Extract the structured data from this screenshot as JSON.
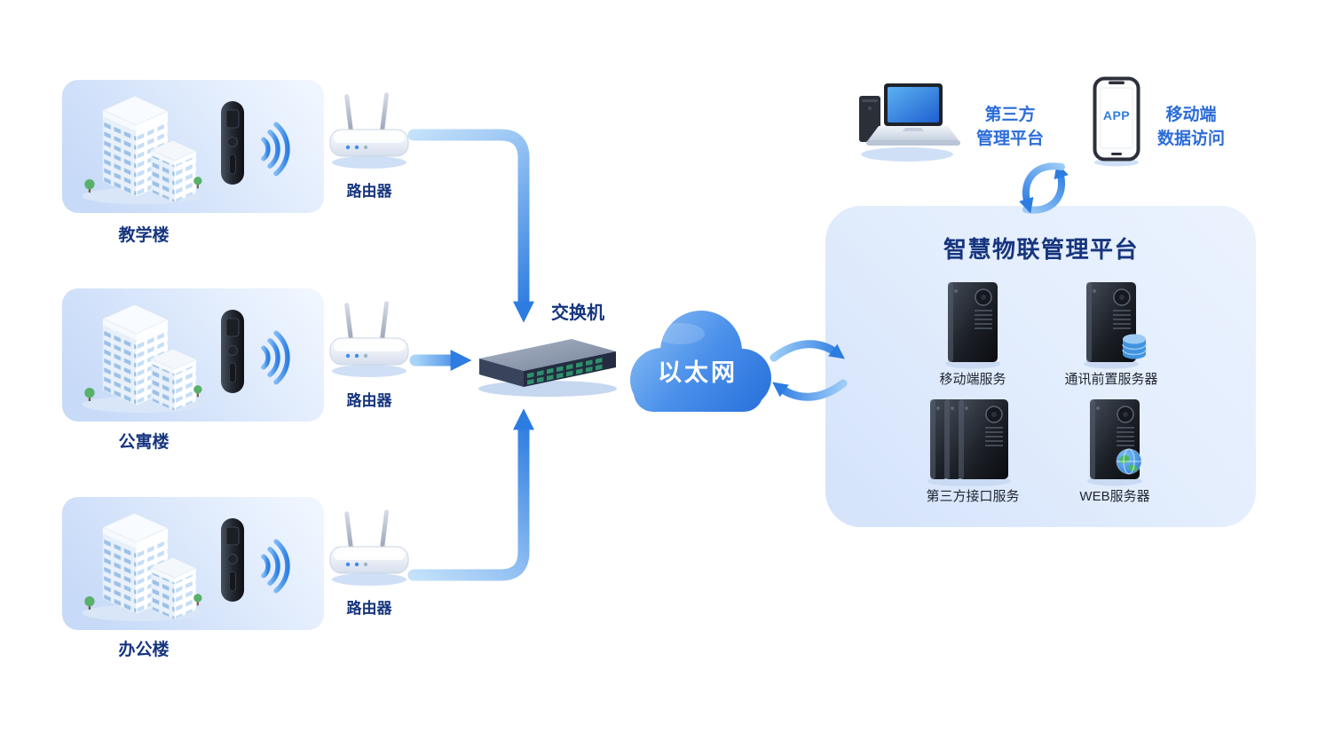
{
  "groups": [
    {
      "building_label": "教学楼",
      "router_label": "路由器"
    },
    {
      "building_label": "公寓楼",
      "router_label": "路由器"
    },
    {
      "building_label": "办公楼",
      "router_label": "路由器"
    }
  ],
  "switch": {
    "label": "交换机"
  },
  "cloud": {
    "label": "以太网"
  },
  "platform": {
    "title": "智慧物联管理平台",
    "servers": [
      {
        "label": "移动端服务"
      },
      {
        "label": "通讯前置服务器"
      },
      {
        "label": "第三方接口服务"
      },
      {
        "label": "WEB服务器"
      }
    ]
  },
  "external": {
    "third_party_line1": "第三方",
    "third_party_line2": "管理平台",
    "mobile_line1": "移动端",
    "mobile_line2": "数据访问",
    "app_badge": "APP"
  },
  "icons": {
    "building": "isometric-building",
    "smart_lock": "black-smart-lock-slab",
    "wifi": "three-signal-arcs",
    "router": "two-antenna-router",
    "switch": "isometric-port-switch",
    "cloud": "blue-cloud",
    "server": "black-server-tower",
    "database": "blue-cylinder",
    "globe": "blue-globe",
    "computer": "laptop-with-tower",
    "phone": "smartphone-app",
    "sync": "circular-refresh-arrows"
  },
  "colors": {
    "arrow_light": "#c3e1fa",
    "arrow_deep": "#2c7ce2",
    "panel_bg": "#dce8fc",
    "group_box_bg": "#cbddf9",
    "cloud_top": "#85bbf3",
    "cloud_bottom": "#2a72dc",
    "navy_text": "#16357e",
    "blue_text": "#2b6cd9",
    "white_text": "#ffffff"
  }
}
